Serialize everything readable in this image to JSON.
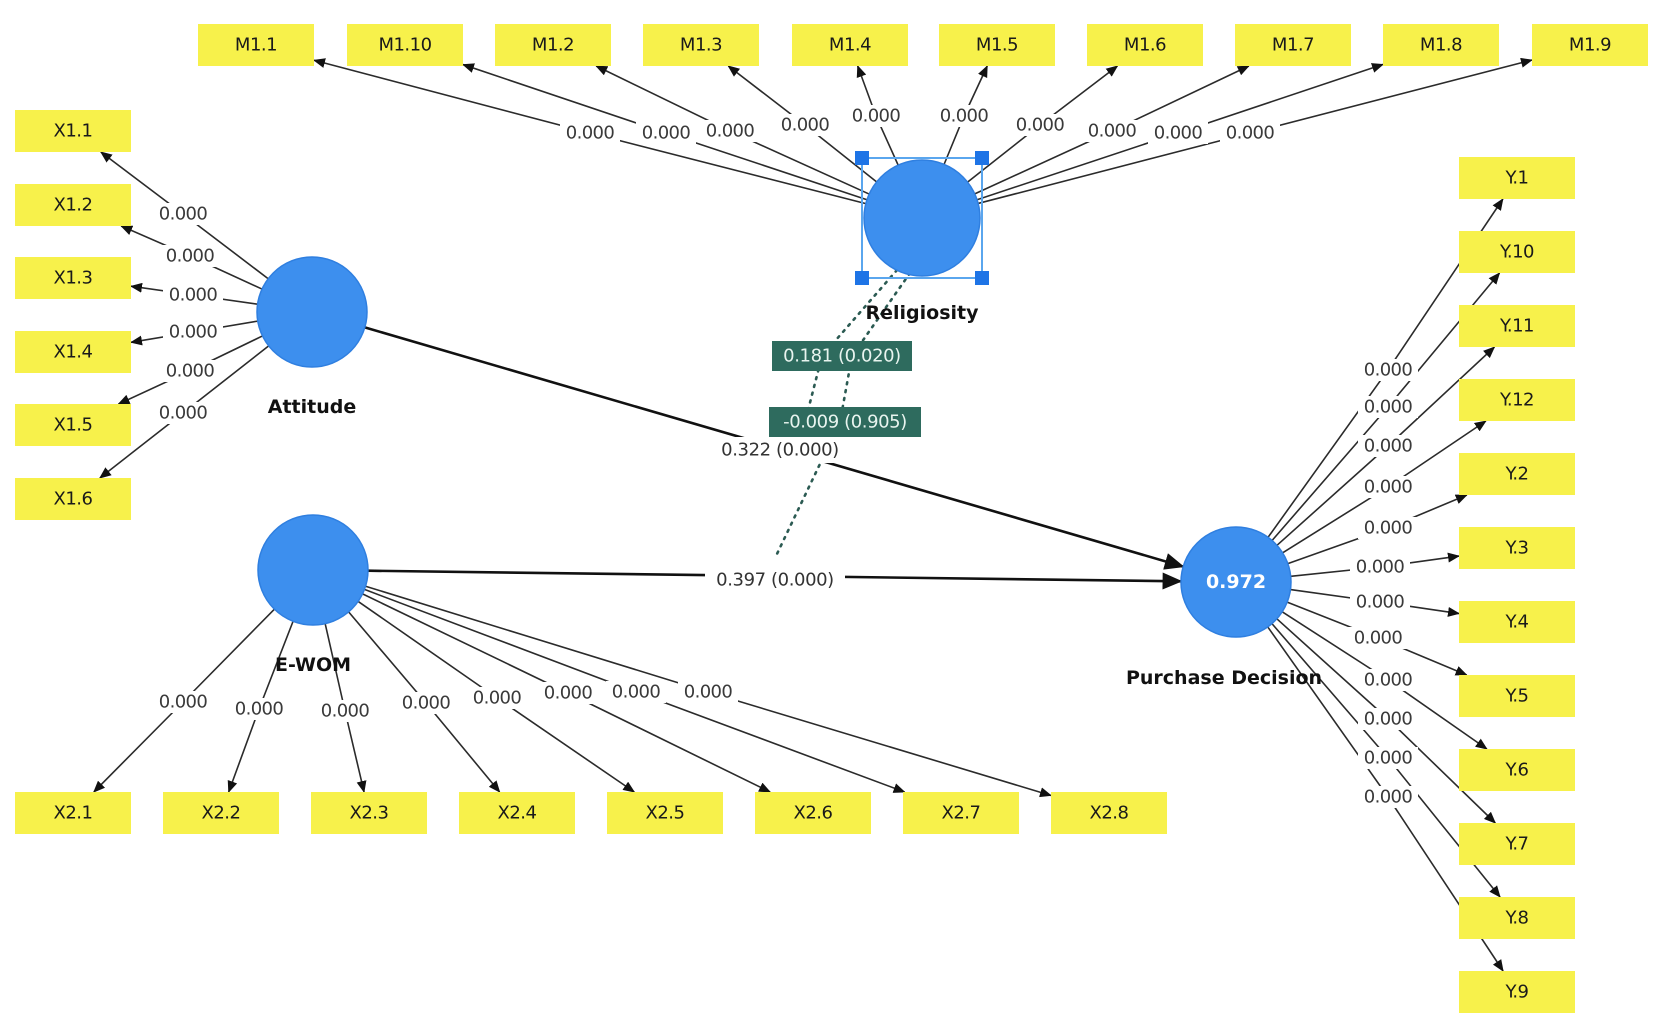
{
  "diagram": {
    "type": "pls-sem-bootstrapping-model",
    "colors": {
      "latent_fill": "#3d8fee",
      "indicator_fill": "#f7f14b",
      "moderator_label_bg": "#2e6b5e",
      "selection": "#1e74e6"
    },
    "latent_variables": [
      {
        "id": "attitude",
        "label": "Attitude",
        "inner_value": ""
      },
      {
        "id": "ewom",
        "label": "E-WOM",
        "inner_value": ""
      },
      {
        "id": "religiosity",
        "label": "Religiosity",
        "inner_value": "",
        "selected": true
      },
      {
        "id": "purchase",
        "label": "Purchase Decision",
        "inner_value": "0.972"
      }
    ],
    "indicators": {
      "attitude": [
        {
          "label": "X1.1",
          "p_value": "0.000"
        },
        {
          "label": "X1.2",
          "p_value": "0.000"
        },
        {
          "label": "X1.3",
          "p_value": "0.000"
        },
        {
          "label": "X1.4",
          "p_value": "0.000"
        },
        {
          "label": "X1.5",
          "p_value": "0.000"
        },
        {
          "label": "X1.6",
          "p_value": "0.000"
        }
      ],
      "ewom": [
        {
          "label": "X2.1",
          "p_value": "0.000"
        },
        {
          "label": "X2.2",
          "p_value": "0.000"
        },
        {
          "label": "X2.3",
          "p_value": "0.000"
        },
        {
          "label": "X2.4",
          "p_value": "0.000"
        },
        {
          "label": "X2.5",
          "p_value": "0.000"
        },
        {
          "label": "X2.6",
          "p_value": "0.000"
        },
        {
          "label": "X2.7",
          "p_value": "0.000"
        },
        {
          "label": "X2.8",
          "p_value": "0.000"
        }
      ],
      "religiosity": [
        {
          "label": "M1.1",
          "p_value": "0.000"
        },
        {
          "label": "M1.10",
          "p_value": "0.000"
        },
        {
          "label": "M1.2",
          "p_value": "0.000"
        },
        {
          "label": "M1.3",
          "p_value": "0.000"
        },
        {
          "label": "M1.4",
          "p_value": "0.000"
        },
        {
          "label": "M1.5",
          "p_value": "0.000"
        },
        {
          "label": "M1.6",
          "p_value": "0.000"
        },
        {
          "label": "M1.7",
          "p_value": "0.000"
        },
        {
          "label": "M1.8",
          "p_value": "0.000"
        },
        {
          "label": "M1.9",
          "p_value": "0.000"
        }
      ],
      "purchase": [
        {
          "label": "Y.1",
          "p_value": "0.000"
        },
        {
          "label": "Y.10",
          "p_value": "0.000"
        },
        {
          "label": "Y.11",
          "p_value": "0.000"
        },
        {
          "label": "Y.12",
          "p_value": "0.000"
        },
        {
          "label": "Y.2",
          "p_value": "0.000"
        },
        {
          "label": "Y.3",
          "p_value": "0.000"
        },
        {
          "label": "Y.4",
          "p_value": "0.000"
        },
        {
          "label": "Y.5",
          "p_value": "0.000"
        },
        {
          "label": "Y.6",
          "p_value": "0.000"
        },
        {
          "label": "Y.7",
          "p_value": "0.000"
        },
        {
          "label": "Y.8",
          "p_value": "0.000"
        },
        {
          "label": "Y.9",
          "p_value": "0.000"
        }
      ]
    },
    "structural_paths": [
      {
        "from": "attitude",
        "to": "purchase",
        "label": "0.322 (0.000)"
      },
      {
        "from": "ewom",
        "to": "purchase",
        "label": "0.397 (0.000)"
      }
    ],
    "moderating_effects": [
      {
        "from": "religiosity",
        "target_path": "attitude->purchase",
        "label": "-0.009 (0.905)"
      },
      {
        "from": "religiosity",
        "target_path": "ewom->purchase",
        "label": "0.181 (0.020)"
      }
    ]
  }
}
